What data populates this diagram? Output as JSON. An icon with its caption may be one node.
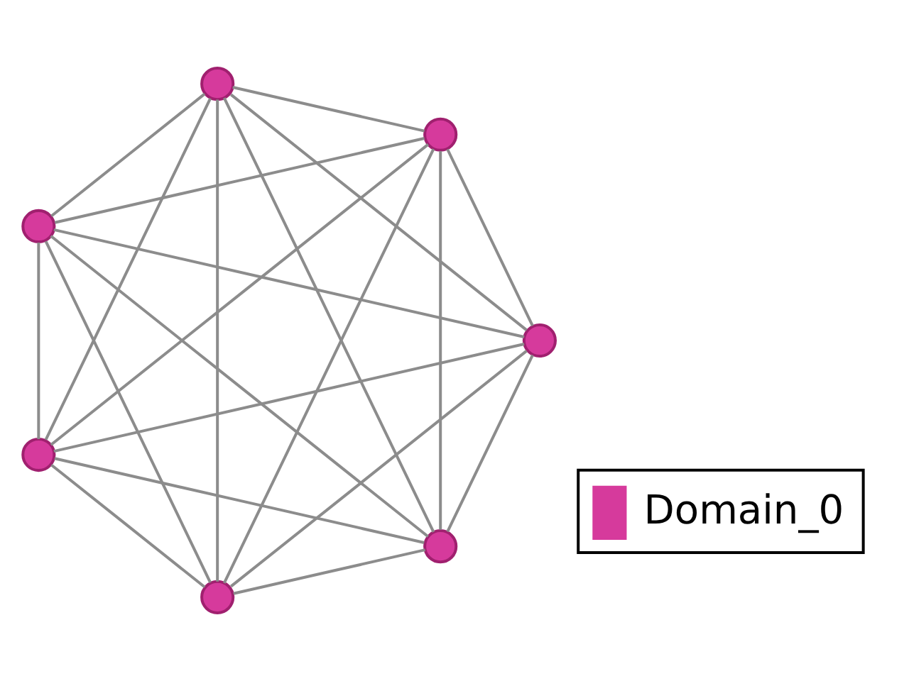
{
  "diagram": {
    "nodes": [
      {
        "text": [],
        "shape": "circle"
      },
      {
        "text": [],
        "shape": "circle"
      },
      {
        "text": [],
        "shape": "circle"
      },
      {
        "text": [],
        "shape": "circle"
      },
      {
        "text": [],
        "shape": "circle"
      },
      {
        "text": [],
        "shape": "circle"
      },
      {
        "text": [],
        "shape": "circle"
      }
    ],
    "edges": [
      {
        "from": 0,
        "to": 1,
        "arrow": "none"
      },
      {
        "from": 0,
        "to": 2,
        "arrow": "none"
      },
      {
        "from": 0,
        "to": 3,
        "arrow": "none"
      },
      {
        "from": 0,
        "to": 4,
        "arrow": "none"
      },
      {
        "from": 0,
        "to": 5,
        "arrow": "none"
      },
      {
        "from": 0,
        "to": 6,
        "arrow": "none"
      },
      {
        "from": 1,
        "to": 2,
        "arrow": "none"
      },
      {
        "from": 1,
        "to": 3,
        "arrow": "none"
      },
      {
        "from": 1,
        "to": 4,
        "arrow": "none"
      },
      {
        "from": 1,
        "to": 5,
        "arrow": "none"
      },
      {
        "from": 1,
        "to": 6,
        "arrow": "none"
      },
      {
        "from": 2,
        "to": 3,
        "arrow": "none"
      },
      {
        "from": 2,
        "to": 4,
        "arrow": "none"
      },
      {
        "from": 2,
        "to": 5,
        "arrow": "none"
      },
      {
        "from": 2,
        "to": 6,
        "arrow": "none"
      },
      {
        "from": 3,
        "to": 4,
        "arrow": "none"
      },
      {
        "from": 3,
        "to": 5,
        "arrow": "none"
      },
      {
        "from": 3,
        "to": 6,
        "arrow": "none"
      },
      {
        "from": 4,
        "to": 5,
        "arrow": "none"
      },
      {
        "from": 4,
        "to": 6,
        "arrow": "none"
      },
      {
        "from": 5,
        "to": 6,
        "arrow": "none"
      }
    ],
    "legend": [
      {
        "text": "Domain_0",
        "color": "#d63a9c"
      }
    ]
  }
}
